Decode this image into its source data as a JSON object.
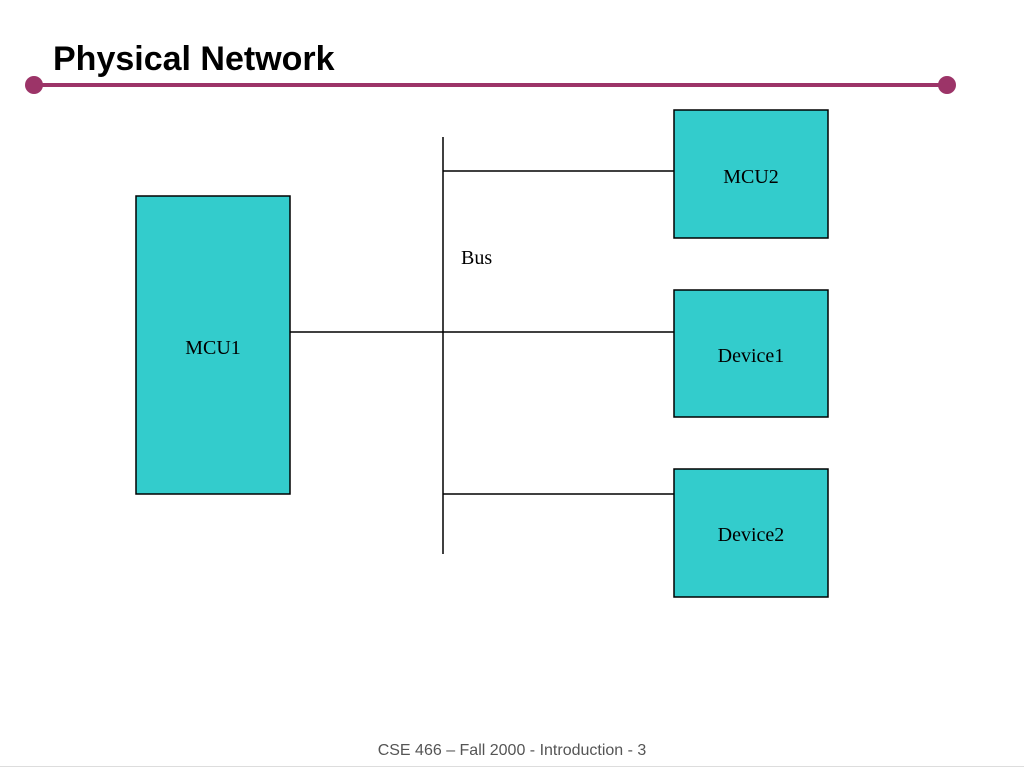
{
  "slide": {
    "title": "Physical Network",
    "footer": "CSE 466 – Fall 2000 - Introduction - 3",
    "accent_color": "#9c3468"
  },
  "diagram": {
    "bus_label": "Bus",
    "fill_color": "#33cccc",
    "nodes": [
      {
        "id": "mcu1",
        "label": "MCU1"
      },
      {
        "id": "mcu2",
        "label": "MCU2"
      },
      {
        "id": "device1",
        "label": "Device1"
      },
      {
        "id": "device2",
        "label": "Device2"
      }
    ]
  }
}
